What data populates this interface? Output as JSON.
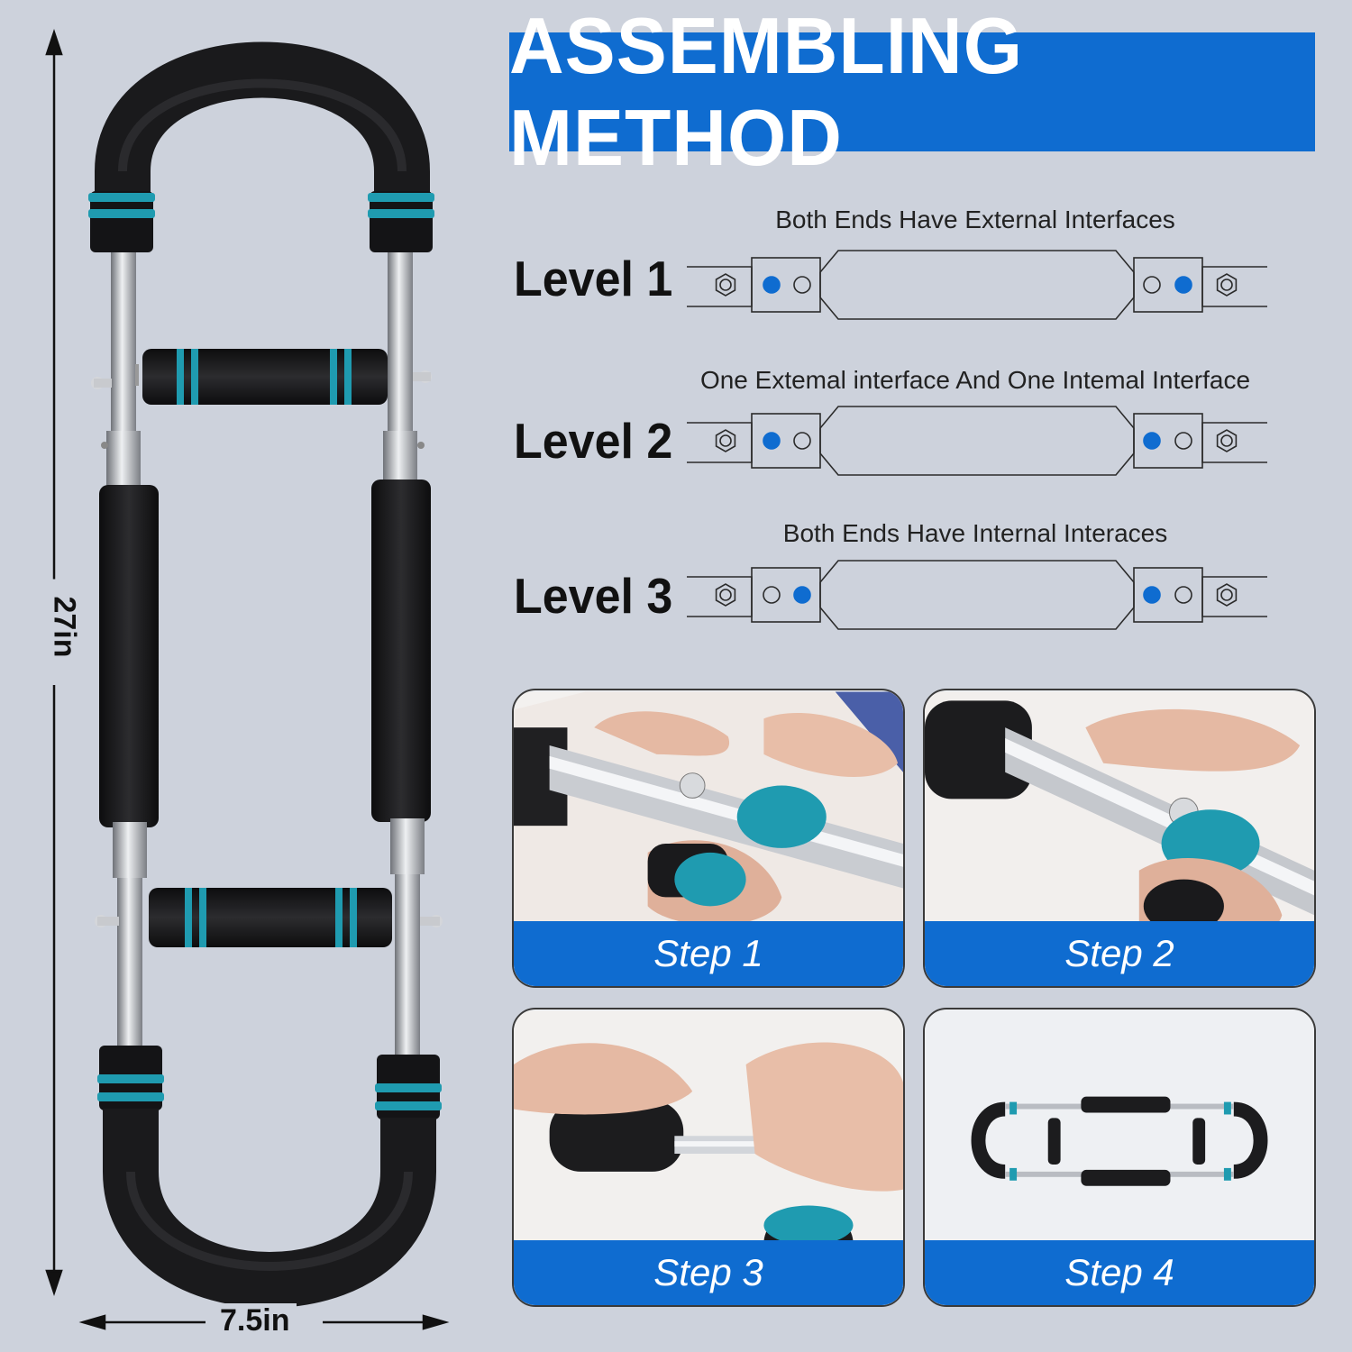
{
  "title": "ASSEMBLING METHOD",
  "dimensions": {
    "height": "27in",
    "width": "7.5in"
  },
  "levels": [
    {
      "label": "Level 1",
      "caption": "Both Ends Have External Interfaces",
      "left_filled": "outer",
      "right_filled": "outer"
    },
    {
      "label": "Level 2",
      "caption": "One Extemal interface And One Intemal Interface",
      "left_filled": "outer",
      "right_filled": "inner"
    },
    {
      "label": "Level 3",
      "caption": "Both Ends Have Internal Interaces",
      "left_filled": "inner",
      "right_filled": "inner"
    }
  ],
  "steps": [
    {
      "label": "Step 1"
    },
    {
      "label": "Step 2"
    },
    {
      "label": "Step 3"
    },
    {
      "label": "Step 4"
    }
  ],
  "colors": {
    "background": "#cdd2dc",
    "accent_blue": "#0f6cd0",
    "foam_black": "#1c1c1e",
    "ring_teal": "#1f9bb0",
    "steel": "#b9bcc2"
  }
}
